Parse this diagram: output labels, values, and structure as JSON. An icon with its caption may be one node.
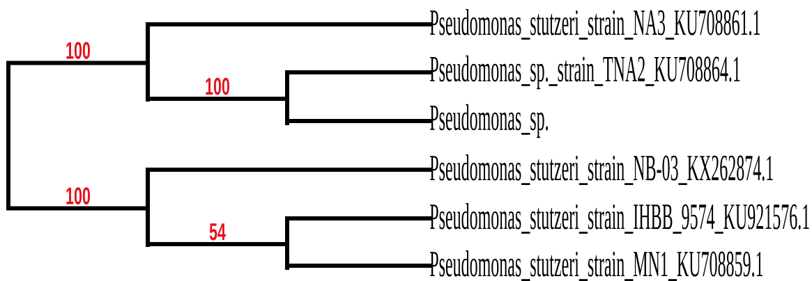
{
  "diagram": {
    "nodes": [
      {
        "text": [],
        "shape": "bar"
      },
      {
        "text": [],
        "shape": "bar"
      },
      {
        "text": [
          "Pseudomonas_stutzeri_strain_NA3_KU708861.1"
        ]
      },
      {
        "text": [],
        "shape": "bar"
      },
      {
        "text": [
          "Pseudomonas_sp._strain_TNA2_KU708864.1"
        ]
      },
      {
        "text": [
          "Pseudomonas_sp."
        ]
      },
      {
        "text": [],
        "shape": "bar"
      },
      {
        "text": [
          "Pseudomonas_stutzeri_strain_NB-03_KX262874.1"
        ]
      },
      {
        "text": [],
        "shape": "bar"
      },
      {
        "text": [
          "Pseudomonas_stutzeri_strain_IHBB_9574_KU921576.1"
        ]
      },
      {
        "text": [
          "Pseudomonas_stutzeri_strain_MN1_KU708859.1"
        ]
      }
    ],
    "edges": [
      {
        "from": 0,
        "to": 1,
        "arrow": "none",
        "label": "100"
      },
      {
        "from": 1,
        "to": 2,
        "arrow": "none"
      },
      {
        "from": 1,
        "to": 3,
        "arrow": "none",
        "label": "100"
      },
      {
        "from": 3,
        "to": 4,
        "arrow": "none"
      },
      {
        "from": 3,
        "to": 5,
        "arrow": "none"
      },
      {
        "from": 0,
        "to": 6,
        "arrow": "none",
        "label": "100"
      },
      {
        "from": 6,
        "to": 7,
        "arrow": "none"
      },
      {
        "from": 6,
        "to": 8,
        "arrow": "none",
        "label": "54"
      },
      {
        "from": 8,
        "to": 9,
        "arrow": "none"
      },
      {
        "from": 8,
        "to": 10,
        "arrow": "none"
      }
    ]
  }
}
